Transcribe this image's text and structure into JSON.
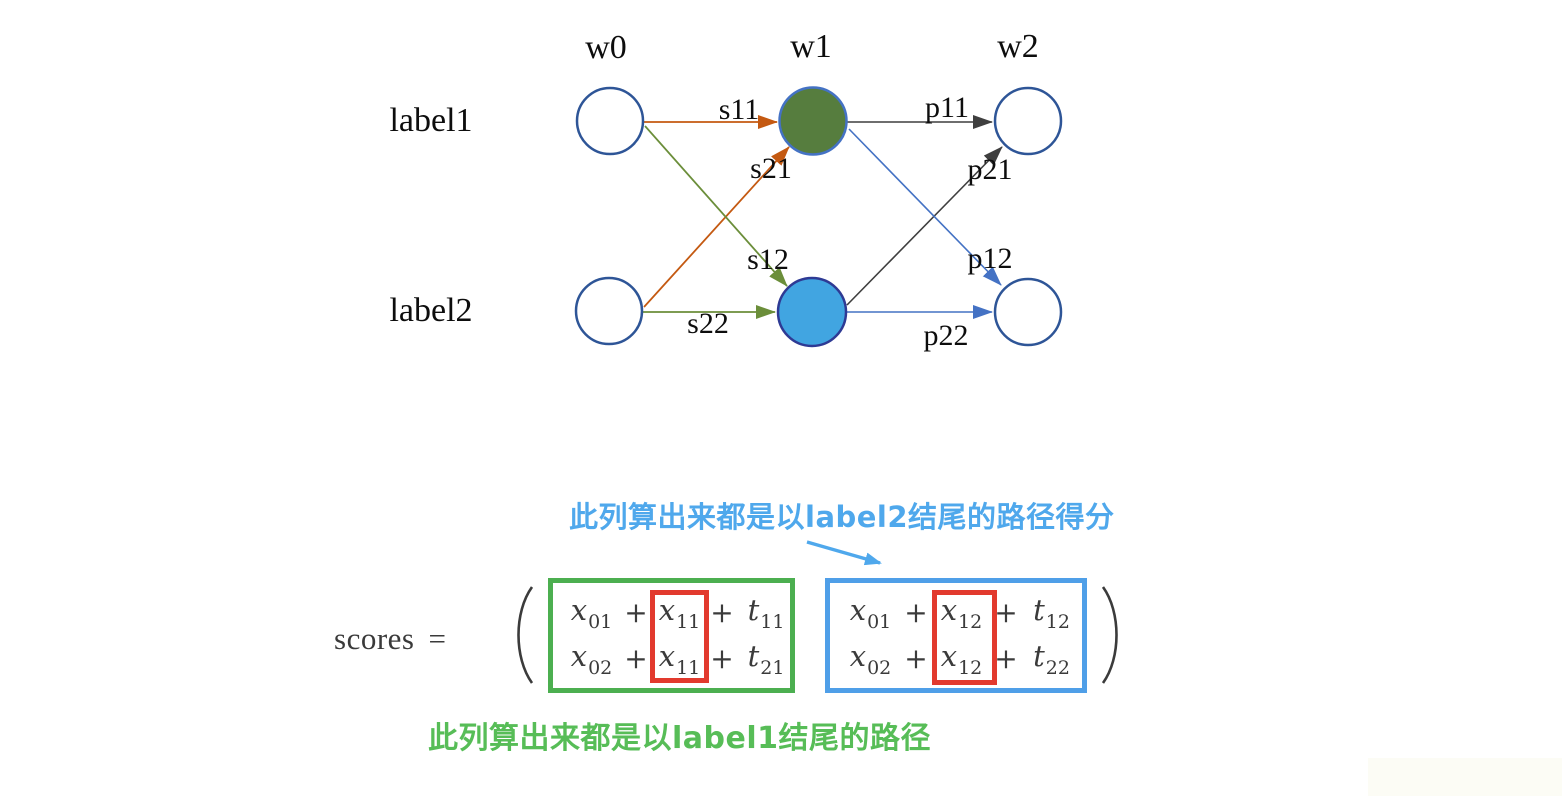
{
  "graph": {
    "column_headers": [
      {
        "id": "w0",
        "label": "w0"
      },
      {
        "id": "w1",
        "label": "w1"
      },
      {
        "id": "w2",
        "label": "w2"
      }
    ],
    "row_labels": [
      {
        "id": "label1",
        "label": "label1"
      },
      {
        "id": "label2",
        "label": "label2"
      }
    ],
    "edges": [
      {
        "id": "s11",
        "label": "s11",
        "from": "w0-label1",
        "to": "w1-label1",
        "color": "#C45911"
      },
      {
        "id": "s21",
        "label": "s21",
        "from": "w0-label2",
        "to": "w1-label1",
        "color": "#C45911"
      },
      {
        "id": "s12",
        "label": "s12",
        "from": "w0-label1",
        "to": "w1-label2",
        "color": "#6B8E3A"
      },
      {
        "id": "s22",
        "label": "s22",
        "from": "w0-label2",
        "to": "w1-label2",
        "color": "#6B8E3A"
      },
      {
        "id": "p11",
        "label": "p11",
        "from": "w1-label1",
        "to": "w2-label1",
        "color": "#3F3F3F"
      },
      {
        "id": "p21",
        "label": "p21",
        "from": "w1-label2",
        "to": "w2-label1",
        "color": "#3F3F3F"
      },
      {
        "id": "p12",
        "label": "p12",
        "from": "w1-label1",
        "to": "w2-label2",
        "color": "#4472C4"
      },
      {
        "id": "p22",
        "label": "p22",
        "from": "w1-label2",
        "to": "w2-label2",
        "color": "#4472C4"
      }
    ],
    "nodes": {
      "plain_fill": "#FFFFFF",
      "plain_border": "#2E5597",
      "w1_label1_fill": "#567D3E",
      "w1_label1_border": "#4472C4",
      "w1_label2_fill": "#41A5E1",
      "w1_label2_border": "#2E3A94"
    }
  },
  "annotations": {
    "top_note": {
      "text": "此列算出来都是以label2结尾的路径得分",
      "color": "#4FA8EC"
    },
    "bottom_note": {
      "text": "此列算出来都是以label1结尾的路径",
      "color": "#57BD57"
    }
  },
  "formula": {
    "lhs": "scores",
    "equals": "=",
    "left_matrix": {
      "border_color": "#4CAF50",
      "highlight_color": "#E23A2E",
      "row1": {
        "a_base": "x",
        "a_sub": "01",
        "p1": "+",
        "b_base": "x",
        "b_sub": "11",
        "p2": "+",
        "c_base": "t",
        "c_sub": "11"
      },
      "row2": {
        "a_base": "x",
        "a_sub": "02",
        "p1": "+",
        "b_base": "x",
        "b_sub": "11",
        "p2": "+",
        "c_base": "t",
        "c_sub": "21"
      }
    },
    "right_matrix": {
      "border_color": "#4F9FE8",
      "highlight_color": "#E23A2E",
      "row1": {
        "a_base": "x",
        "a_sub": "01",
        "p1": "+",
        "b_base": "x",
        "b_sub": "12",
        "p2": "+",
        "c_base": "t",
        "c_sub": "12"
      },
      "row2": {
        "a_base": "x",
        "a_sub": "02",
        "p1": "+",
        "b_base": "x",
        "b_sub": "12",
        "p2": "+",
        "c_base": "t",
        "c_sub": "22"
      }
    }
  }
}
